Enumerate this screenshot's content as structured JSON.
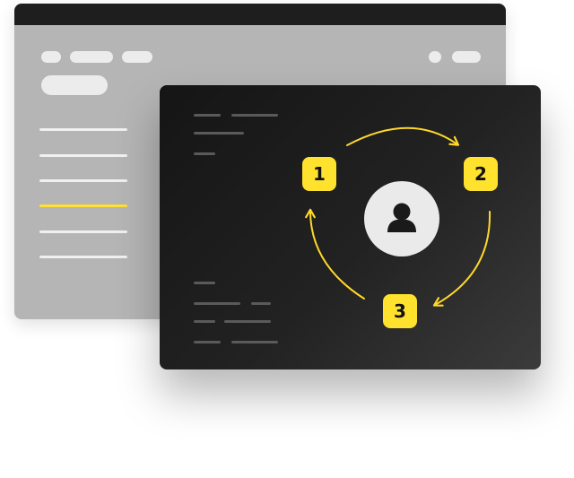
{
  "cycle": {
    "steps": [
      {
        "number": "1"
      },
      {
        "number": "2"
      },
      {
        "number": "3"
      }
    ],
    "center_icon": "user-icon",
    "arrow_color": "#ffd829"
  },
  "colors": {
    "accent": "#ffe22e",
    "back_window": "#b5b5b5",
    "back_titlebar": "#1e1e1e",
    "front_window": "#1c1c1c"
  },
  "sidebar": {
    "item_count": 6,
    "active_item_index": 3
  }
}
